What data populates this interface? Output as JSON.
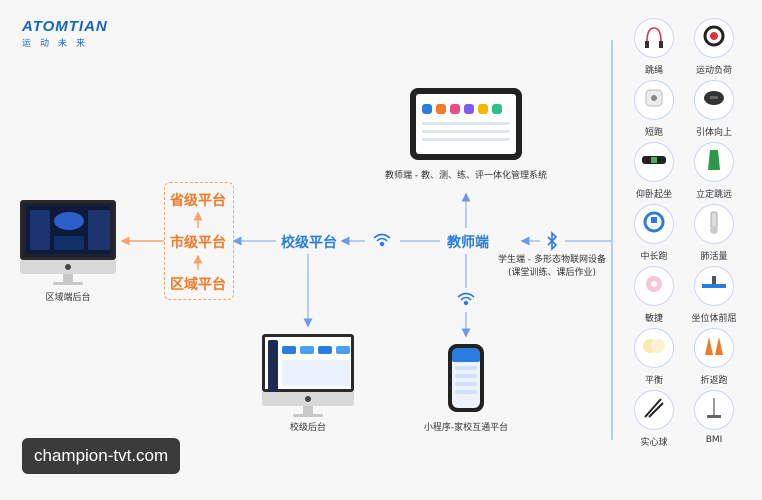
{
  "brand": {
    "mark": "ATOMTIAN",
    "sub": "运动未来"
  },
  "nodes": {
    "province": "省级平台",
    "city": "市级平台",
    "district": "区域平台",
    "school": "校级平台",
    "teacher": "教师端"
  },
  "labels": {
    "district_backend": "区域端后台",
    "school_backend": "校级后台",
    "teacher_system": "教师端 - 教、测、练、评一体化管理系统",
    "mini_program": "小程序-家校互通平台",
    "student_line1": "学生端 - 多形态物联网设备",
    "student_line2": "(课堂训练、课后作业)"
  },
  "devices": [
    {
      "label": "跳绳",
      "icon": "jump-rope-icon"
    },
    {
      "label": "运动负荷",
      "icon": "heart-band-icon"
    },
    {
      "label": "短跑",
      "icon": "sprint-sensor-icon"
    },
    {
      "label": "引体向上",
      "icon": "pull-up-sensor-icon"
    },
    {
      "label": "仰卧起坐",
      "icon": "sit-up-belt-icon"
    },
    {
      "label": "立定跳远",
      "icon": "long-jump-mat-icon"
    },
    {
      "label": "中长跑",
      "icon": "wristband-icon"
    },
    {
      "label": "肺活量",
      "icon": "spirometer-icon"
    },
    {
      "label": "敏捷",
      "icon": "agility-pad-icon"
    },
    {
      "label": "坐位体前屈",
      "icon": "sit-reach-icon"
    },
    {
      "label": "平衡",
      "icon": "balance-pad-icon"
    },
    {
      "label": "折返跑",
      "icon": "cone-icon"
    },
    {
      "label": "实心球",
      "icon": "medicine-ball-icon"
    },
    {
      "label": "BMI",
      "icon": "height-scale-icon"
    }
  ],
  "watermark": "champion-tvt.com",
  "colors": {
    "orange": "#f07a2a",
    "blue": "#2a7de0",
    "line": "#9fbff0"
  }
}
